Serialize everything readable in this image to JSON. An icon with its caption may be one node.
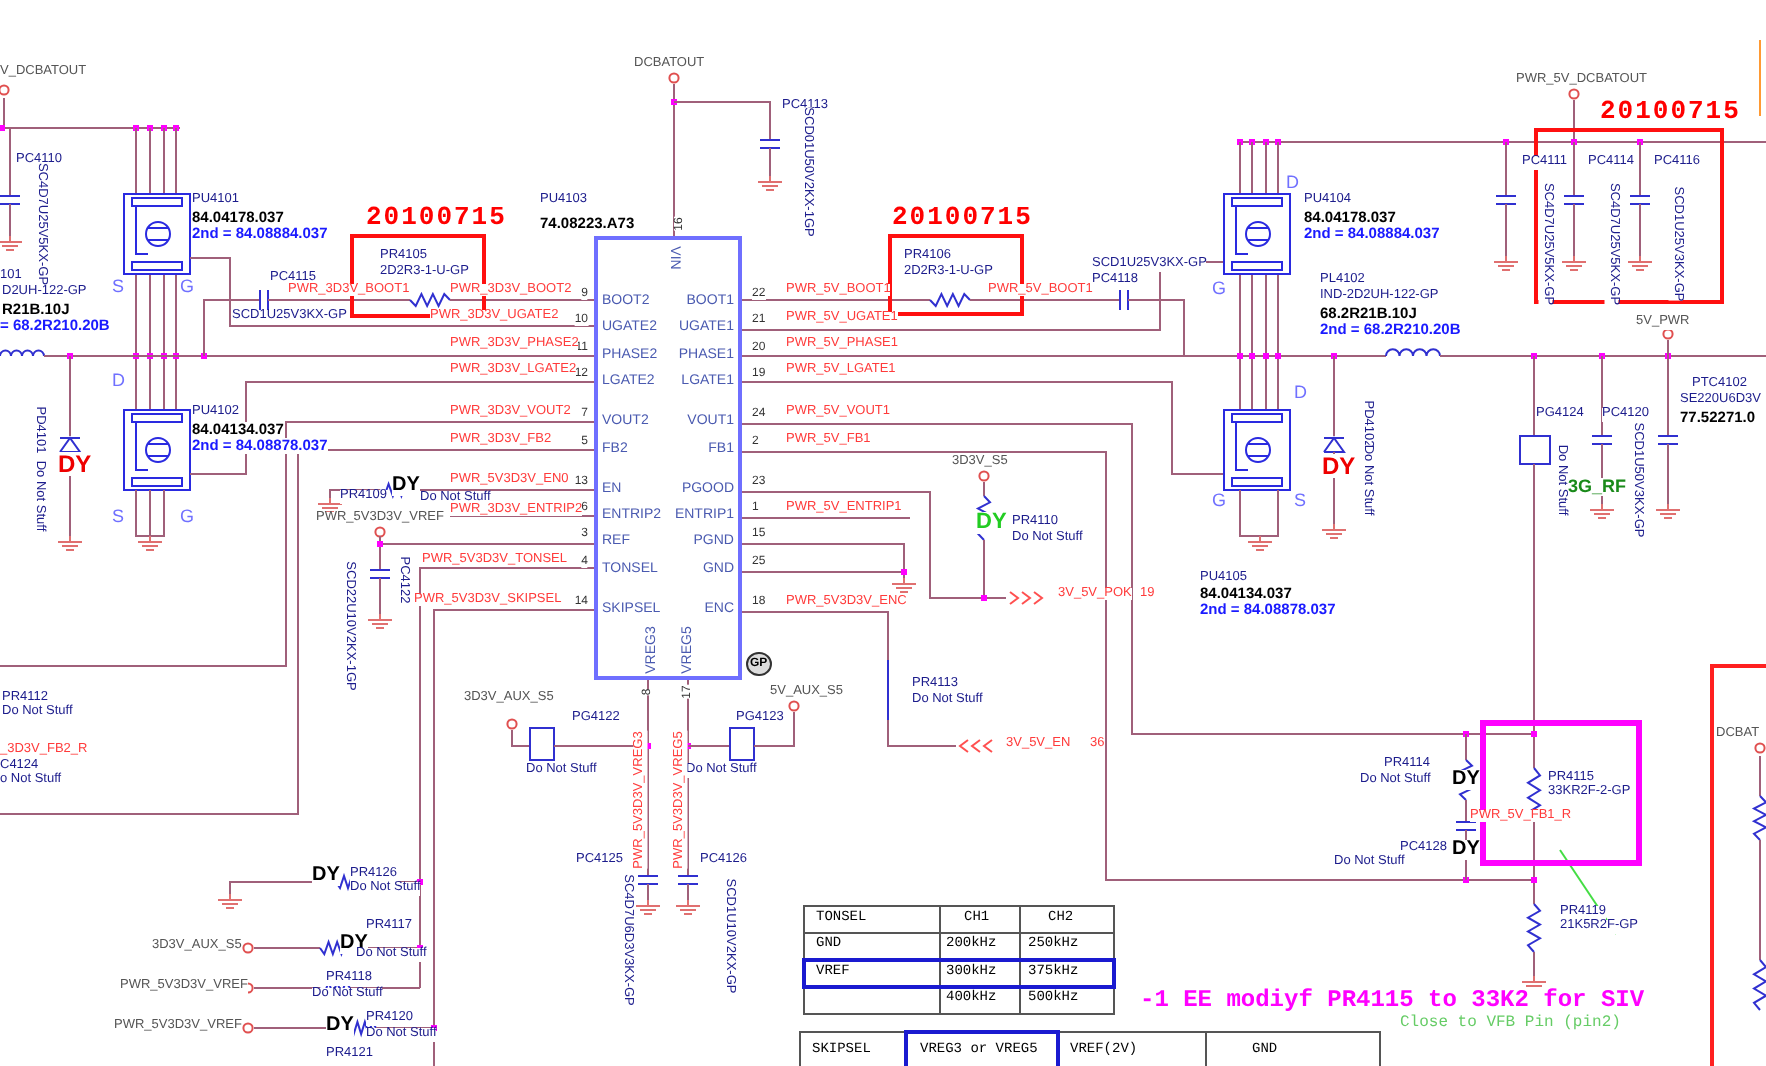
{
  "diagram": {
    "nodes": [
      {
        "text": [
          "VIN",
          "BOOT2",
          "UGATE2",
          "PHASE2",
          "LGATE2",
          "VOUT2",
          "FB2",
          "EN",
          "ENTRIP2",
          "REF",
          "TONSEL",
          "SKIPSEL",
          "BOOT1",
          "UGATE1",
          "PHASE1",
          "LGATE1",
          "VOUT1",
          "FB1",
          "PGOOD",
          "ENTRIP1",
          "PGND",
          "GND",
          "ENC",
          "VREG3",
          "VREG5"
        ],
        "beside": [
          "9",
          "10",
          "11",
          "12",
          "7",
          "5",
          "13",
          "6",
          "3",
          "4",
          "14",
          "22",
          "21",
          "20",
          "19",
          "24",
          "2",
          "23",
          "1",
          "15",
          "25",
          "18",
          "16",
          "8",
          "17"
        ]
      },
      {
        "text": [
          "20100715",
          "PR4105",
          "2D2R3-1-U-GP"
        ]
      },
      {
        "text": [
          "20100715",
          "PR4106",
          "2D2R3-1-U-GP"
        ]
      },
      {
        "text": [
          "20100715",
          "PC4111",
          "PC4114",
          "PC4116",
          "SC4D7U25V5KX-GP",
          "SC4D7U25V5KX-GP",
          "SCD1U25V3KX-GP"
        ]
      },
      {
        "text": [
          "PR4115",
          "33KR2F-2-GP"
        ]
      }
    ],
    "labels": [
      "V_DCBATOUT",
      "PC4110",
      "SC4D7U25V5KX-GP",
      "101",
      "D2UH-122-GP",
      "R21B.10J",
      "= 68.2R210.20B",
      "PU4101",
      "84.04178.037",
      "2nd = 84.08884.037",
      "S",
      "G",
      "PC4115",
      "SCD1U25V3KX-GP",
      "PWR_3D3V_BOOT1",
      "PWR_3D3V_BOOT2",
      "PWR_3D3V_UGATE2",
      "PWR_3D3V_PHASE2",
      "PWR_3D3V_LGATE2",
      "D",
      "PU4102",
      "84.04134.037",
      "2nd = 84.08878.037",
      "PD4101",
      "Do Not Stuff",
      "DY",
      "PWR_3D3V_VOUT2",
      "PWR_3D3V_FB2",
      "PR4109",
      "DY",
      "Do Not Stuff",
      "PWR_5V3D3V_EN0",
      "S",
      "G",
      "PWR_5V3D3V_VREF",
      "PWR_3D3V_ENTRIP2",
      "PWR_5V3D3V_TONSEL",
      "PWR_5V3D3V_SKIPSEL",
      "SCD22U10V2KX-1GP",
      "PC4122",
      "PR4112",
      "Do Not Stuff",
      "_3D3V_FB2_R",
      "C4124",
      "o Not Stuff",
      "PU4103",
      "74.08223.A73",
      "DCBATOUT",
      "PC4113",
      "SCD01U50V2KX-1GP",
      "PWR_5V_BOOT1",
      "PWR_5V_UGATE1",
      "PWR_5V_PHASE1",
      "PWR_5V_LGATE1",
      "PWR_5V_VOUT1",
      "PWR_5V_FB1",
      "PWR_5V_ENTRIP1",
      "PWR_5V3D3V_ENC",
      "PWR_5V_BOOT1",
      "SCD1U25V3KX-GP",
      "PC4118",
      "3D3V_S5",
      "DY",
      "PR4110",
      "Do Not Stuff",
      "3V_5V_POK",
      "19",
      "GP",
      "PR4113",
      "Do Not Stuff",
      "3V_5V_EN",
      "36",
      "5V_AUX_S5",
      "PG4123",
      "Do Not Stuff",
      "3D3V_AUX_S5",
      "PG4122",
      "Do Not Stuff",
      "PWR_5V3D3V_VREG3",
      "PWR_5V3D3V_VREG5",
      "PC4125",
      "SC4D7U6D3V3KX-GP",
      "PC4126",
      "SCD1U10V2KX-GP",
      "TONSEL",
      "CH1",
      "CH2",
      "GND",
      "200kHz",
      "250kHz",
      "VREF",
      "300kHz",
      "375kHz",
      "400kHz",
      "500kHz",
      "SKIPSEL",
      "VREG3 or VREG5",
      "VREF(2V)",
      "GND",
      "-1 EE modiyf PR4115 to 33K2 for SIV",
      "Close to VFB Pin (pin2)",
      "PWR_5V_DCBATOUT",
      "PU4104",
      "84.04178.037",
      "2nd = 84.08884.037",
      "D",
      "G",
      "D",
      "G",
      "S",
      "PL4102",
      "IND-2D2UH-122-GP",
      "68.2R21B.10J",
      "2nd = 68.2R210.20B",
      "5V_PWR",
      "PTC4102",
      "SE220U6D3V",
      "77.52271.0",
      "PD4102",
      "Do Not Stuff",
      "DY",
      "PG4124",
      "Do Not Stuff",
      "PC4120",
      "SCD1U50V3KX-GP",
      "3G_RF",
      "PU4105",
      "84.04134.037",
      "2nd = 84.08878.037",
      "PR4114",
      "Do Not Stuff",
      "DY",
      "PWR_5V_FB1_R",
      "PC4128",
      "Do Not Stuff",
      "DY",
      "PR4119",
      "21K5R2F-GP",
      "DCBAT",
      "DY",
      "PR4126",
      "Do Not Stuff",
      "3D3V_AUX_S5",
      "PR4117",
      "DY",
      "Do Not Stuff",
      "PWR_5V3D3V_VREF",
      "PR4118",
      "Do Not Stuff",
      "PWR_5V3D3V_VREF",
      "DY",
      "PR4120",
      "Do Not Stuff",
      "PR4121"
    ]
  }
}
